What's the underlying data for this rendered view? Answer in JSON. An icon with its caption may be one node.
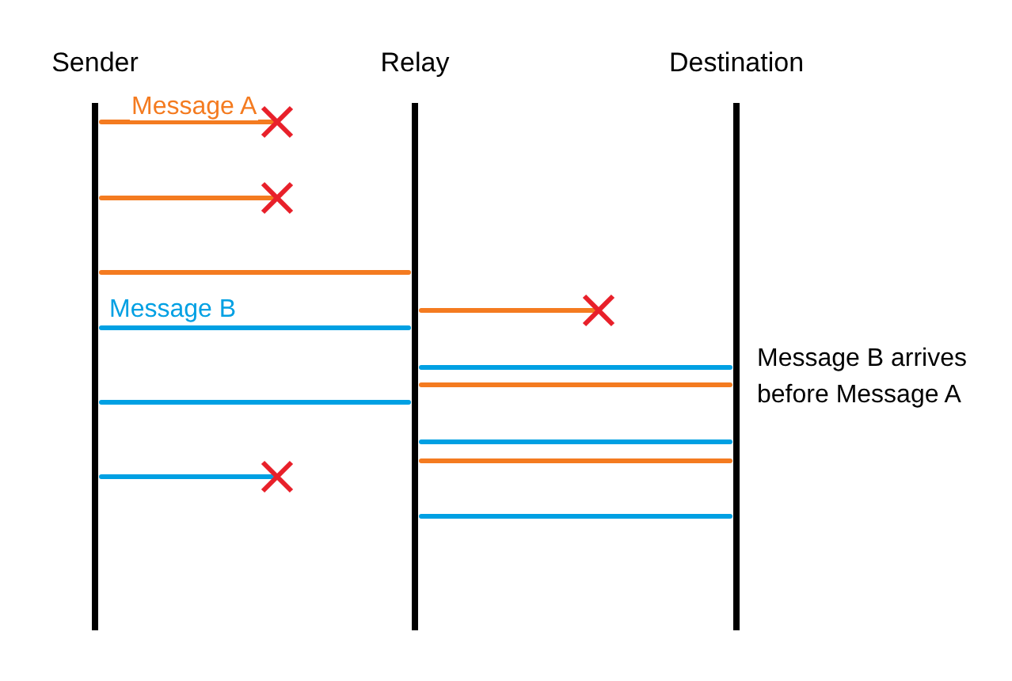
{
  "diagram": {
    "nodes": [
      {
        "text": [
          "Sender"
        ]
      },
      {
        "text": [
          "Relay"
        ]
      },
      {
        "text": [
          "Destination"
        ]
      }
    ],
    "edges": [
      {
        "from": 0,
        "to": null,
        "arrow": "other",
        "label": "Message A",
        "color": "#f47b20"
      },
      {
        "from": 0,
        "to": null,
        "arrow": "other",
        "color": "#f47b20"
      },
      {
        "from": 0,
        "to": 1,
        "arrow": "none",
        "color": "#f47b20"
      },
      {
        "from": 1,
        "to": null,
        "arrow": "other",
        "color": "#f47b20"
      },
      {
        "from": 0,
        "to": 1,
        "arrow": "none",
        "label": "Message B",
        "color": "#00a0e3"
      },
      {
        "from": 1,
        "to": 2,
        "arrow": "none",
        "color": "#00a0e3"
      },
      {
        "from": 1,
        "to": 2,
        "arrow": "none",
        "color": "#f47b20"
      },
      {
        "from": 0,
        "to": 1,
        "arrow": "none",
        "color": "#00a0e3"
      },
      {
        "from": 1,
        "to": 2,
        "arrow": "none",
        "color": "#00a0e3"
      },
      {
        "from": 1,
        "to": 2,
        "arrow": "none",
        "color": "#f47b20"
      },
      {
        "from": 0,
        "to": null,
        "arrow": "other",
        "color": "#00a0e3"
      },
      {
        "from": 1,
        "to": 2,
        "arrow": "none",
        "color": "#00a0e3"
      }
    ],
    "labels": [
      "Message B arrives before Message A"
    ]
  }
}
